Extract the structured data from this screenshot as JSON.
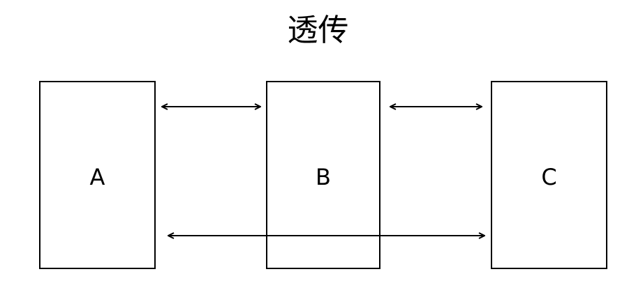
{
  "title": "透传",
  "boxes": [
    {
      "id": "A",
      "label": "A"
    },
    {
      "id": "B",
      "label": "B"
    },
    {
      "id": "C",
      "label": "C"
    }
  ],
  "connections": [
    {
      "from": "A",
      "to": "B",
      "direction": "bidirectional"
    },
    {
      "from": "B",
      "to": "C",
      "direction": "bidirectional"
    },
    {
      "from": "A",
      "to": "C",
      "direction": "bidirectional",
      "passes_through": "B"
    }
  ]
}
